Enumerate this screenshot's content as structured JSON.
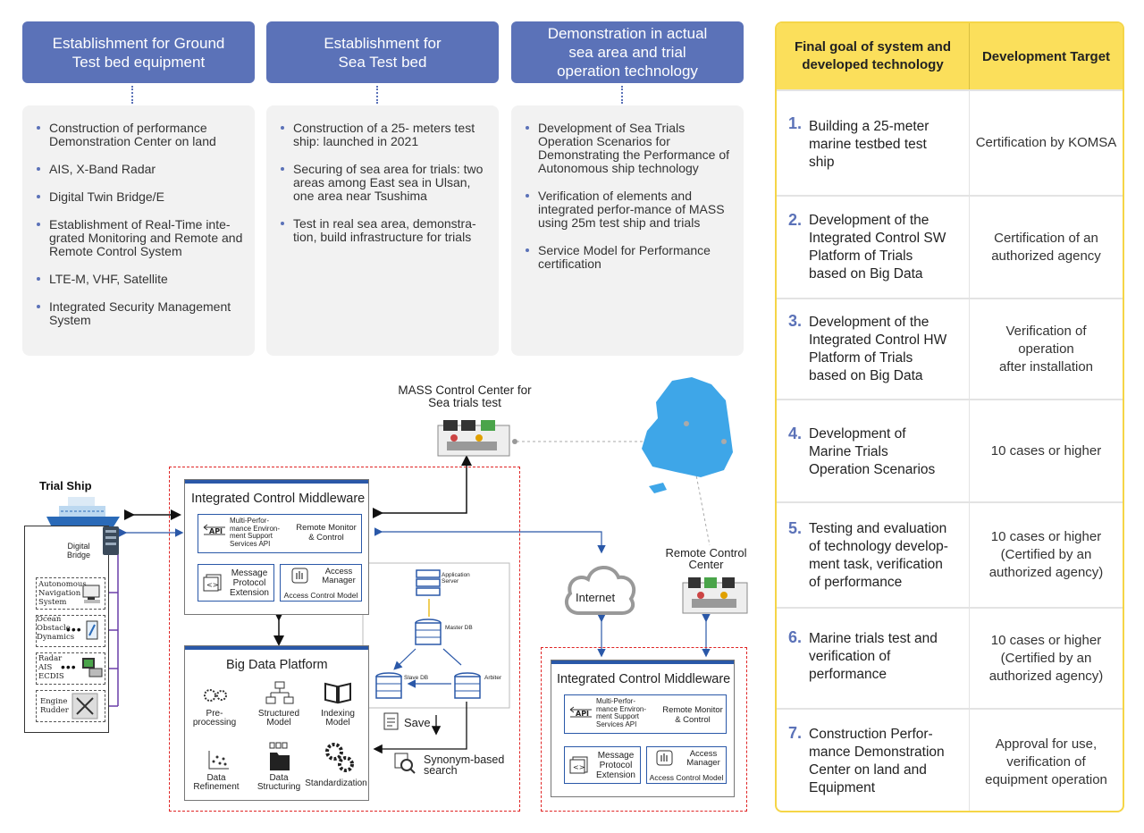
{
  "columns": [
    {
      "header": "Establishment for Ground\nTest bed equipment",
      "items": [
        "Construction of performance Demonstration Center on land",
        "AIS, X-Band Radar",
        "Digital Twin Bridge/E",
        "Establishment of Real-Time inte-grated Monitoring and Remote and Remote Control System",
        "LTE-M, VHF, Satellite",
        "Integrated Security Management System"
      ]
    },
    {
      "header": "Establishment for\nSea Test bed",
      "items": [
        "Construction of a 25- meters test ship: launched in 2021",
        "Securing of sea area for trials: two areas among East sea in Ulsan, one area near Tsushima",
        "Test in real sea area, demonstra-tion, build infrastructure for trials"
      ]
    },
    {
      "header": "Demonstration in actual\nsea area and trial\noperation technology",
      "items": [
        "Development of Sea Trials Operation Scenarios for Demonstrating the Performance of Autonomous ship technology",
        " Verification of elements and integrated perfor-mance of MASS using 25m test ship and trials",
        "Service Model for Performance certification"
      ]
    }
  ],
  "goals_table": {
    "header_goal": "Final goal of system and\ndeveloped technology",
    "header_target": "Development Target",
    "rows": [
      {
        "num": "1.",
        "goal": "Building a 25-meter\nmarine testbed test\nship",
        "target": "Certification by KOMSA"
      },
      {
        "num": "2.",
        "goal": "Development of the\nIntegrated Control SW\nPlatform of Trials\nbased on Big Data",
        "target": "Certification of an\nauthorized agency"
      },
      {
        "num": "3.",
        "goal": "Development of the\nIntegrated Control HW\nPlatform of Trials\nbased on Big Data",
        "target": "Verification of\noperation\nafter installation"
      },
      {
        "num": "4.",
        "goal": "Development of\nMarine Trials\nOperation Scenarios",
        "target": "10 cases or higher"
      },
      {
        "num": "5.",
        "goal": "Testing and evaluation\nof technology develop-\nment task, verification\nof performance",
        "target": "10 cases or higher\n(Certified by an\nauthorized agency)"
      },
      {
        "num": "6.",
        "goal": "Marine trials test and\nverification of\nperformance",
        "target": "10 cases or higher\n(Certified by an\nauthorized agency)"
      },
      {
        "num": "7.",
        "goal": "Construction Perfor-\nmance  Demonstration\nCenter on land and\nEquipment",
        "target": "Approval for use,\nverification of\nequipment operation"
      }
    ]
  },
  "diagram": {
    "mass_center": "MASS Control Center for\nSea trials test",
    "trial_ship": "Trial Ship",
    "digital_bridge": "Digital\nBridge",
    "ship_systems": [
      "Autonomous\nNavigation\nSystem",
      "Ocean\nObstacle\nDynamics",
      "Radar\nAIS\nECDIS",
      "Engine\nRudder"
    ],
    "middleware_title": "Integrated Control Middleware",
    "api_label": "Multi-Perfor-\nmance Environ-\nment Support\nServices API",
    "remote_monitor": "Remote Monitor\n& Control",
    "message_protocol": "Message\nProtocol\nExtension",
    "access_manager": "Access\nManager",
    "access_model": "Access Control Model",
    "bigdata_title": "Big Data Platform",
    "preprocessing": "Pre-\nprocessing",
    "structured_model": "Structured\nModel",
    "indexing_model": "Indexing\nModel",
    "data_refinement": "Data\nRefinement",
    "data_structuring": "Data\nStructuring",
    "standardization": "Standardization",
    "app_server": "Application\nServer",
    "master_db": "Master DB",
    "slave_db": "Slave DB",
    "arbiter": "Arbiter",
    "save": "Save",
    "synonym_search": "Synonym-based\nsearch",
    "internet": "Internet",
    "remote_center": "Remote Control\nCenter",
    "middleware2_title": "Integrated Control Middleware"
  },
  "colors": {
    "header_blue": "#5b72b8",
    "gold": "#fbdf5b",
    "red_dash": "#e02424",
    "link_blue": "#2a58a8",
    "purple": "#6a3ea8"
  }
}
